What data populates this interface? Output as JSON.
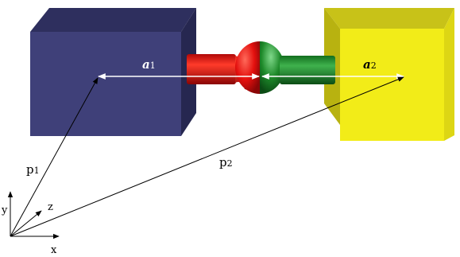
{
  "labels": {
    "a1_base": "a",
    "a1_sub": "1",
    "a2_base": "a",
    "a2_sub": "2",
    "p1_base": "p",
    "p1_sub": "1",
    "p2_base": "p",
    "p2_sub": "2",
    "axis_x": "x",
    "axis_y": "y",
    "axis_z": "z"
  },
  "colors": {
    "left_cube_front": "#3f4079",
    "left_cube_top": "#2e2f5e",
    "left_cube_side": "#262750",
    "right_cube_front": "#f2ec18",
    "right_cube_top": "#c8c218",
    "right_cube_side": "#b8b210",
    "red_part": "#e4100e",
    "green_part": "#1e8a2a"
  }
}
